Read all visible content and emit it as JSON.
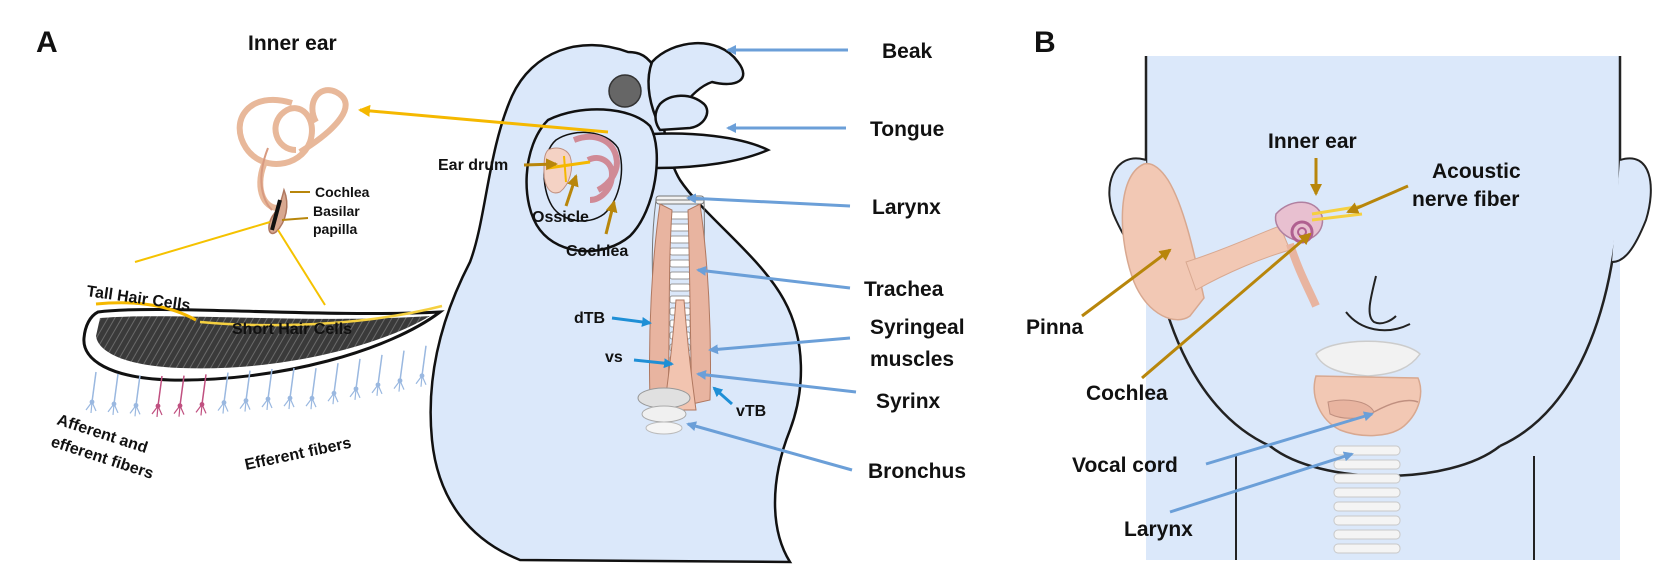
{
  "panels": {
    "a": "A",
    "b": "B"
  },
  "panel_a": {
    "inner_ear": {
      "title": "Inner ear",
      "cochlea": "Cochlea",
      "basilar_line1": "Basilar",
      "basilar_line2": "papilla"
    },
    "hair_cells": {
      "tall": "Tall Hair Cells",
      "short": "Short Hair Cells",
      "afferent_line1": "Afferent and",
      "afferent_line2": "efferent fibers",
      "efferent": "Efferent fibers"
    },
    "head": {
      "ear_drum": "Ear drum",
      "ossicle": "Ossicle",
      "cochlea": "Cochlea",
      "dTB": "dTB",
      "vs": "vs",
      "vTB": "vTB"
    },
    "right_labels": {
      "beak": "Beak",
      "tongue": "Tongue",
      "larynx": "Larynx",
      "trachea": "Trachea",
      "syringeal_line1": "Syringeal",
      "syringeal_line2": "muscles",
      "syrinx": "Syrinx",
      "bronchus": "Bronchus"
    }
  },
  "panel_b": {
    "inner_ear": "Inner ear",
    "acoustic_line1": "Acoustic",
    "acoustic_line2": "nerve fiber",
    "pinna": "Pinna",
    "cochlea": "Cochlea",
    "vocal_cord": "Vocal cord",
    "larynx": "Larynx"
  },
  "colors": {
    "body_fill": "#dbe8fa",
    "outline": "#111111",
    "gold": "#f5b800",
    "brown": "#b8860b",
    "blue_arrow": "#6b9fd8",
    "muscle": "#e8b4a0",
    "skin": "#f2c8b4"
  }
}
